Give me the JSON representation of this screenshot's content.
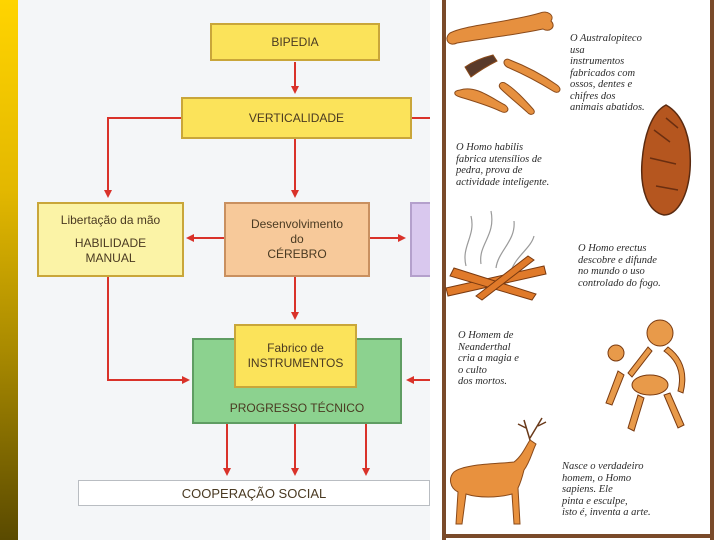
{
  "flowchart": {
    "bipedia": "BIPEDIA",
    "verticalidade": "VERTICALIDADE",
    "libertacao": "Libertação da mão",
    "habilidade": "HABILIDADE\nMANUAL",
    "desenvolvimento": "Desenvolvimento\ndo\nCÉREBRO",
    "fabrico": "Fabrico de\nINSTRUMENTOS",
    "progresso": "PROGRESSO TÉCNICO",
    "cooperacao": "COOPERAÇÃO SOCIAL"
  },
  "captions": {
    "australopiteco": "O Australopiteco\nusa\ninstrumentos\nfabricados com\nossos, dentes e\nchifres dos\nanimais abatidos.",
    "habilis": "O Homo habilis\nfabrica utensílios de\npedra, prova de\nactividade inteligente.",
    "erectus": "O Homo erectus\ndescobre e difunde\nno mundo o uso\ncontrolado do fogo.",
    "neanderthal": "O Homem de\nNeanderthal\ncria a magia e\no culto\ndos mortos.",
    "sapiens": "Nasce o verdadeiro\nhomem, o Homo\nsapiens. Ele\npinta e esculpe,\nisto é, inventa a arte."
  },
  "colors": {
    "sidebar": "#ffd400",
    "arrow": "#d9322a",
    "box_yellow": "#fbe35a",
    "box_peach": "#f7c99a",
    "box_green": "#8cd28f",
    "panel_frame": "#7a4a2a",
    "illustration": "#e28a3a"
  },
  "icons": [
    "bones-illustration",
    "stone-tool-illustration",
    "fire-illustration",
    "skeleton-illustration",
    "deer-painting-illustration"
  ]
}
